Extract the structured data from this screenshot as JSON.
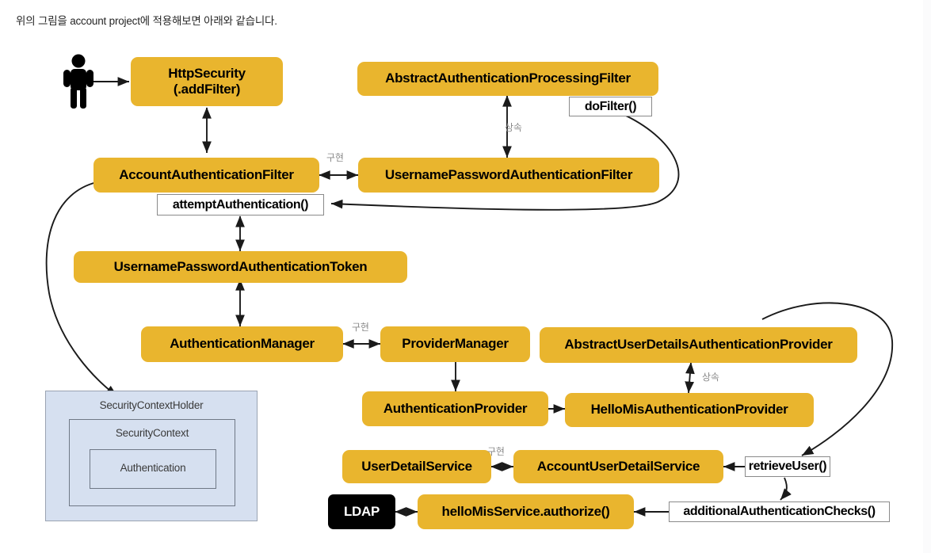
{
  "caption": "위의 그림을 account project에 적용해보면 아래와 같습니다.",
  "colors": {
    "node_fill": "#e9b52e",
    "node_text": "#000000",
    "dark_fill": "#000000",
    "dark_text": "#ffffff",
    "context_fill": "#d6e0f0",
    "context_border": "#9aa3b2",
    "method_border": "#8a8a8a",
    "edge_label": "#8a8a8a",
    "wire": "#1a1a1a",
    "caption_text": "#262626"
  },
  "actor": {
    "name": "user-actor-icon"
  },
  "nodes": [
    {
      "id": "http_security",
      "label": "HttpSecurity\n(.addFilter)",
      "fontsize": 17
    },
    {
      "id": "abstract_proc",
      "label": "AbstractAuthenticationProcessingFilter",
      "fontsize": 17
    },
    {
      "id": "account_filter",
      "label": "AccountAuthenticationFilter",
      "fontsize": 17
    },
    {
      "id": "userpass_filter",
      "label": "UsernamePasswordAuthenticationFilter",
      "fontsize": 17
    },
    {
      "id": "userpass_token",
      "label": "UsernamePasswordAuthenticationToken",
      "fontsize": 17
    },
    {
      "id": "auth_manager",
      "label": "AuthenticationManager",
      "fontsize": 17
    },
    {
      "id": "provider_manager",
      "label": "ProviderManager",
      "fontsize": 17
    },
    {
      "id": "abstract_ud_prov",
      "label": "AbstractUserDetailsAuthenticationProvider",
      "fontsize": 17
    },
    {
      "id": "auth_provider",
      "label": "AuthenticationProvider",
      "fontsize": 17
    },
    {
      "id": "hellomis_provider",
      "label": "HelloMisAuthenticationProvider",
      "fontsize": 17
    },
    {
      "id": "user_detail_svc",
      "label": "UserDetailService",
      "fontsize": 17
    },
    {
      "id": "account_ud_svc",
      "label": "AccountUserDetailService",
      "fontsize": 17
    },
    {
      "id": "ldap",
      "label": "LDAP",
      "fontsize": 17
    },
    {
      "id": "hellomis_authorize",
      "label": "helloMisService.authorize()",
      "fontsize": 17
    }
  ],
  "methods": [
    {
      "id": "do_filter",
      "label": "doFilter()"
    },
    {
      "id": "attempt_auth",
      "label": "attemptAuthentication()"
    },
    {
      "id": "retrieve_user",
      "label": "retrieveUser()"
    },
    {
      "id": "additional_checks",
      "label": "additionalAuthenticationChecks()"
    }
  ],
  "context_panel": {
    "outer_label": "SecurityContextHolder",
    "middle_label": "SecurityContext",
    "inner_label": "Authentication"
  },
  "edge_labels": [
    {
      "id": "impl_filter",
      "text": "구현"
    },
    {
      "id": "extends_proc",
      "text": "상속"
    },
    {
      "id": "impl_manager",
      "text": "구현"
    },
    {
      "id": "extends_prov",
      "text": "상속"
    },
    {
      "id": "impl_service",
      "text": "구현"
    }
  ]
}
